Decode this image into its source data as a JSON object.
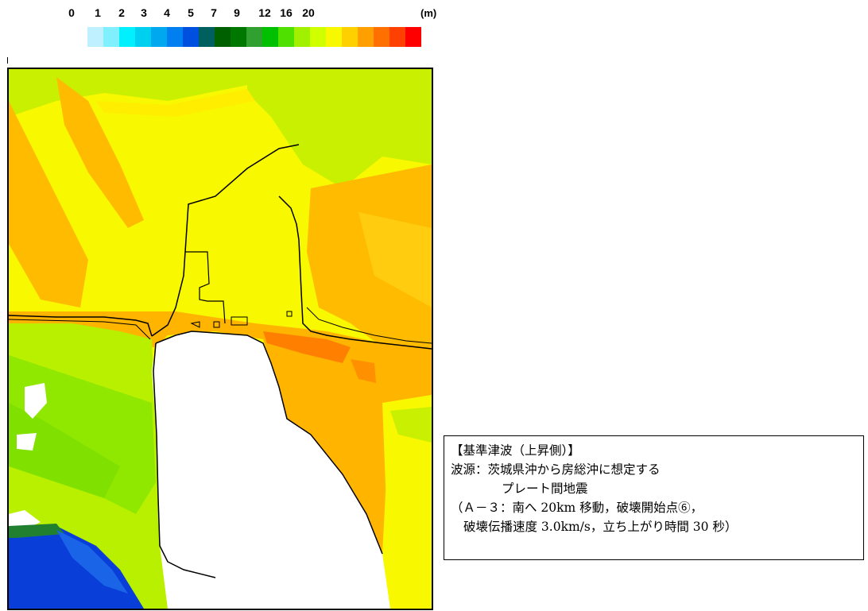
{
  "legend": {
    "ticks": [
      "0",
      "1",
      "2",
      "3",
      "4",
      "5",
      "7",
      "9",
      "12",
      "16",
      "20"
    ],
    "unit": "(m)",
    "colors": [
      "#bff0ff",
      "#80f0ff",
      "#00f0ff",
      "#00d0f0",
      "#00a8f0",
      "#0080f0",
      "#0050e0",
      "#006060",
      "#006000",
      "#007800",
      "#30a030",
      "#00c000",
      "#50e000",
      "#a0f000",
      "#d0ff00",
      "#f8f800",
      "#ffd000",
      "#ffa000",
      "#ff7000",
      "#ff4000",
      "#ff0000"
    ]
  },
  "map": {
    "description_colors": {
      "ocean_deep": "#1040d8",
      "land": "#ffffff",
      "height_12": "#f8f800",
      "height_16": "#ffb400",
      "height_9": "#c8f000"
    }
  },
  "info": {
    "title": "【基準津波（上昇側）】",
    "line1": "波源：茨城県沖から房総沖に想定する",
    "line2": "プレート間地震",
    "line3": "（Ａ－３：南へ 20km 移動，破壊開始点⑥，",
    "line4": "破壊伝播速度 3.0km/s，立ち上がり時間 30 秒）"
  }
}
